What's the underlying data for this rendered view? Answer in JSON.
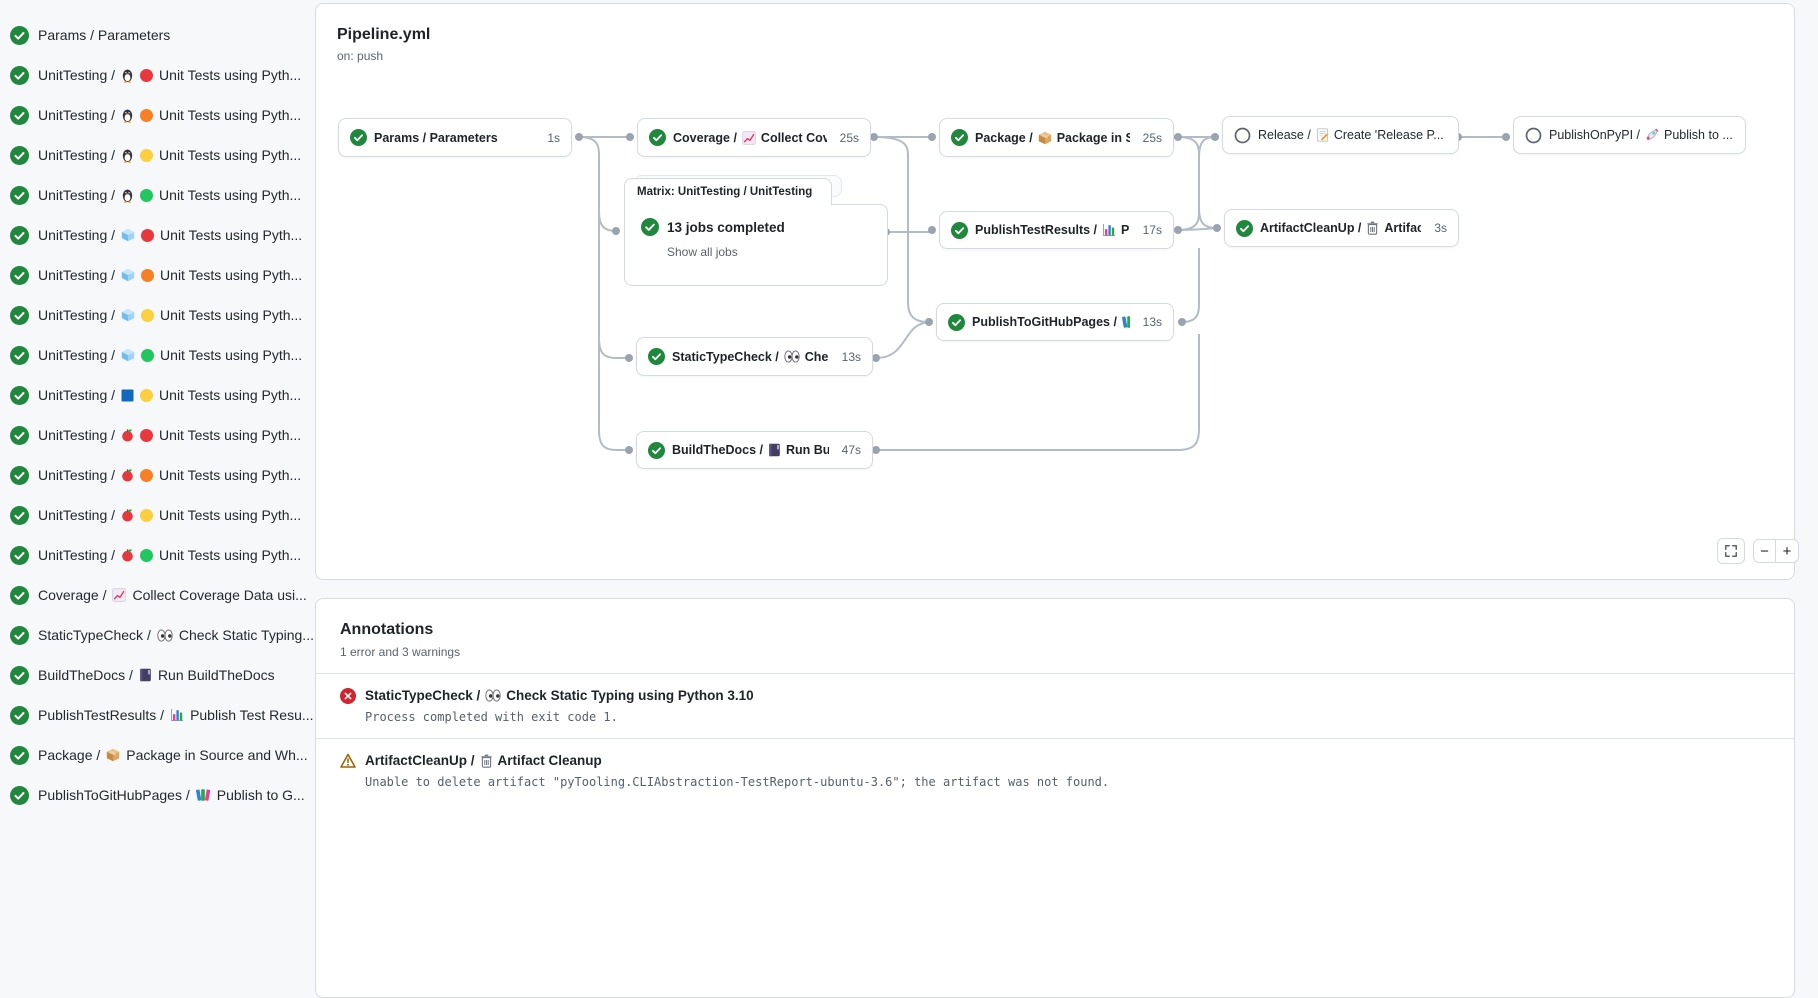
{
  "colors": {
    "success": "#1f883d",
    "error": "#d1242f",
    "warning": "#9a6700",
    "edge": "#b3bcc5"
  },
  "sidebar": {
    "jobs": [
      {
        "status": "success",
        "prefix": "Params / Parameters",
        "icons": [],
        "text": ""
      },
      {
        "status": "success",
        "prefix": "UnitTesting /",
        "icons": [
          "penguin",
          "dot-red"
        ],
        "text": "Unit Tests using Pyth..."
      },
      {
        "status": "success",
        "prefix": "UnitTesting /",
        "icons": [
          "penguin",
          "dot-orange"
        ],
        "text": "Unit Tests using Pyth..."
      },
      {
        "status": "success",
        "prefix": "UnitTesting /",
        "icons": [
          "penguin",
          "dot-yellow"
        ],
        "text": "Unit Tests using Pyth..."
      },
      {
        "status": "success",
        "prefix": "UnitTesting /",
        "icons": [
          "penguin",
          "dot-green"
        ],
        "text": "Unit Tests using Pyth..."
      },
      {
        "status": "success",
        "prefix": "UnitTesting /",
        "icons": [
          "cube",
          "dot-red"
        ],
        "text": "Unit Tests using Pyth..."
      },
      {
        "status": "success",
        "prefix": "UnitTesting /",
        "icons": [
          "cube",
          "dot-orange"
        ],
        "text": "Unit Tests using Pyth..."
      },
      {
        "status": "success",
        "prefix": "UnitTesting /",
        "icons": [
          "cube",
          "dot-yellow"
        ],
        "text": "Unit Tests using Pyth..."
      },
      {
        "status": "success",
        "prefix": "UnitTesting /",
        "icons": [
          "cube",
          "dot-green"
        ],
        "text": "Unit Tests using Pyth..."
      },
      {
        "status": "success",
        "prefix": "UnitTesting /",
        "icons": [
          "windows",
          "dot-yellow"
        ],
        "text": "Unit Tests using Pyth..."
      },
      {
        "status": "success",
        "prefix": "UnitTesting /",
        "icons": [
          "apple",
          "dot-red"
        ],
        "text": "Unit Tests using Pyth..."
      },
      {
        "status": "success",
        "prefix": "UnitTesting /",
        "icons": [
          "apple",
          "dot-orange"
        ],
        "text": "Unit Tests using Pyth..."
      },
      {
        "status": "success",
        "prefix": "UnitTesting /",
        "icons": [
          "apple",
          "dot-yellow"
        ],
        "text": "Unit Tests using Pyth..."
      },
      {
        "status": "success",
        "prefix": "UnitTesting /",
        "icons": [
          "apple",
          "dot-green"
        ],
        "text": "Unit Tests using Pyth..."
      },
      {
        "status": "success",
        "prefix": "Coverage /",
        "icons": [
          "chart"
        ],
        "text": "Collect Coverage Data usi..."
      },
      {
        "status": "success",
        "prefix": "StaticTypeCheck /",
        "icons": [
          "eyes"
        ],
        "text": "Check Static Typing..."
      },
      {
        "status": "success",
        "prefix": "BuildTheDocs /",
        "icons": [
          "book"
        ],
        "text": "Run BuildTheDocs"
      },
      {
        "status": "success",
        "prefix": "PublishTestResults /",
        "icons": [
          "barchart"
        ],
        "text": "Publish Test Resu..."
      },
      {
        "status": "success",
        "prefix": "Package /",
        "icons": [
          "package"
        ],
        "text": "Package in Source and Wh..."
      },
      {
        "status": "success",
        "prefix": "PublishToGitHubPages /",
        "icons": [
          "books"
        ],
        "text": "Publish to G..."
      }
    ]
  },
  "graph": {
    "title": "Pipeline.yml",
    "trigger": "on: push",
    "nodes": [
      {
        "id": "params",
        "status": "success",
        "prefix": "Params / Parameters",
        "icon": "",
        "text": "",
        "duration": "1s"
      },
      {
        "id": "coverage",
        "status": "success",
        "prefix": "Coverage /",
        "icon": "chart",
        "text": "Collect Cove...",
        "duration": "25s"
      },
      {
        "id": "package",
        "status": "success",
        "prefix": "Package /",
        "icon": "package",
        "text": "Package in So...",
        "duration": "25s"
      },
      {
        "id": "release",
        "status": "skipped",
        "prefix": "Release /",
        "icon": "memo",
        "text": "Create 'Release P...",
        "duration": ""
      },
      {
        "id": "publishonpypi",
        "status": "skipped",
        "prefix": "PublishOnPyPI /",
        "icon": "rocket",
        "text": "Publish to ...",
        "duration": ""
      },
      {
        "id": "publishtestresults",
        "status": "success",
        "prefix": "PublishTestResults /",
        "icon": "barchart",
        "text": "Pu...",
        "duration": "17s"
      },
      {
        "id": "artifactcleanup",
        "status": "success",
        "prefix": "ArtifactCleanUp /",
        "icon": "trash",
        "text": "Artifac...",
        "duration": "3s"
      },
      {
        "id": "publishtogithubpages",
        "status": "success",
        "prefix": "PublishToGitHubPages /",
        "icon": "books",
        "text": "...",
        "duration": "13s"
      },
      {
        "id": "statictypecheck",
        "status": "success",
        "prefix": "StaticTypeCheck /",
        "icon": "eyes",
        "text": "Chec...",
        "duration": "13s"
      },
      {
        "id": "buildthedocs",
        "status": "success",
        "prefix": "BuildTheDocs /",
        "icon": "book",
        "text": "Run Buil...",
        "duration": "47s"
      }
    ],
    "matrix": {
      "header": "Matrix: UnitTesting / UnitTesting",
      "status": "success",
      "title": "13 jobs completed",
      "link": "Show all jobs"
    },
    "controls": {
      "zoom_out": "−",
      "zoom_in": "+"
    }
  },
  "annotations": {
    "title": "Annotations",
    "summary": "1 error and 3 warnings",
    "items": [
      {
        "severity": "error",
        "prefix": "StaticTypeCheck /",
        "icon": "eyes",
        "title": "Check Static Typing using Python 3.10",
        "detail": "Process completed with exit code 1."
      },
      {
        "severity": "warning",
        "prefix": "ArtifactCleanUp /",
        "icon": "trash",
        "title": "Artifact Cleanup",
        "detail": "Unable to delete artifact \"pyTooling.CLIAbstraction-TestReport-ubuntu-3.6\"; the artifact was not found."
      }
    ]
  }
}
